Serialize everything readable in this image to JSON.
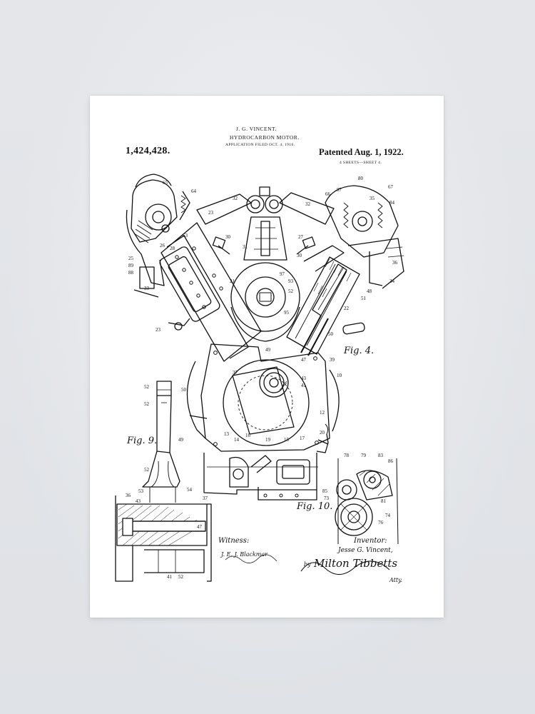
{
  "header": {
    "inventor_line": "J. G. VINCENT.",
    "title": "HYDROCARBON MOTOR.",
    "application": "APPLICATION FILED OCT. 4, 1916.",
    "patent_number": "1,424,428.",
    "patented": "Patented Aug. 1, 1922.",
    "sheets": "4 SHEETS—SHEET 4."
  },
  "figures": {
    "fig4": "Fig. 4.",
    "fig9": "Fig. 9.",
    "fig10": "Fig. 10."
  },
  "footer": {
    "witness_label": "Witness:",
    "witness_signature": "J. E. J. Blackmar",
    "inventor_label": "Inventor:",
    "inventor_name": "Jesse G. Vincent,",
    "by": "by",
    "attorney_signature": "Milton Tibbetts",
    "atty": "Atty."
  },
  "reference_numerals": {
    "n65": "65",
    "n64": "64",
    "n32a": "32",
    "n32b": "32",
    "n23a": "23",
    "n63": "63",
    "n26": "26",
    "n28": "28",
    "n30a": "30",
    "n31": "31",
    "n27": "27",
    "n30b": "30",
    "n25": "25",
    "n89": "89",
    "n88": "88",
    "n33": "33",
    "n21": "21",
    "n97": "97",
    "n93": "93",
    "n52a": "52",
    "n95": "95",
    "n23b": "23",
    "n49a": "49",
    "n50a": "50",
    "n80": "80",
    "n67": "67",
    "n66": "66",
    "n84": "84",
    "n35": "35",
    "n87": "87",
    "n22": "22",
    "n51": "51",
    "n48": "48",
    "n34": "34",
    "n36a": "36",
    "n39": "39",
    "n10": "10",
    "n47a": "47",
    "n43a": "43",
    "n41a": "41",
    "n37a": "37",
    "n12": "12",
    "n20": "20",
    "n13": "13",
    "n14": "14",
    "n16": "16",
    "n19": "19",
    "n15": "15",
    "n17": "17",
    "n52b": "52",
    "n50b": "50",
    "n52c": "52",
    "n49b": "49",
    "n52d": "52",
    "n53": "53",
    "n54": "54",
    "n36b": "36",
    "n43b": "43",
    "n37b": "37",
    "n47b": "47",
    "n41b": "41",
    "n52e": "52",
    "n78": "78",
    "n79": "79",
    "n83": "83",
    "n86": "86",
    "n85": "85",
    "n73": "73",
    "n81": "81",
    "n74": "74",
    "n76": "76"
  }
}
